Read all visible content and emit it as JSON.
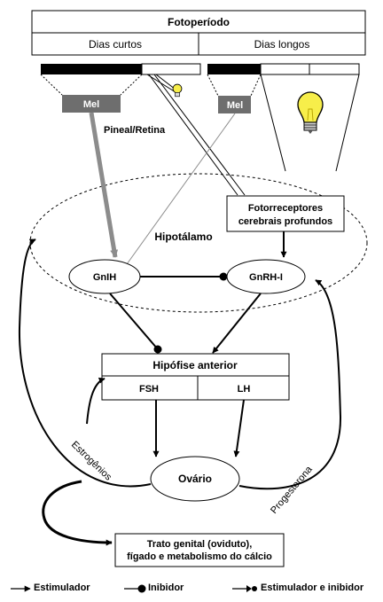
{
  "header": {
    "title": "Fotoperíodo",
    "short_days": "Dias curtos",
    "long_days": "Dias longos"
  },
  "nodes": {
    "mel_short": "Mel",
    "mel_long": "Mel",
    "pineal_label": "Pineal/Retina",
    "photoreceptors_line1": "Fotorreceptores",
    "photoreceptors_line2": "cerebrais profundos",
    "hypothalamus": "Hipotálamo",
    "gnih": "GnIH",
    "gnrh": "GnRH-I",
    "pituitary": "Hipófise anterior",
    "fsh": "FSH",
    "lh": "LH",
    "ovary": "Ovário",
    "estrogens": "Estrogênios",
    "progesterone": "Progesterona",
    "target_line1": "Trato genital (oviduto),",
    "target_line2": "fígado e metabolismo do cálcio"
  },
  "legend": {
    "stimulator": "Estimulador",
    "inhibitor": "Inibidor",
    "both": "Estimulador e inibidor"
  },
  "colors": {
    "line": "#000000",
    "mel_box": "#6e6e6e",
    "pineal_arrow": "#8c8c8c",
    "bulb": "#f7ee4a",
    "bar_dark": "#000000"
  }
}
